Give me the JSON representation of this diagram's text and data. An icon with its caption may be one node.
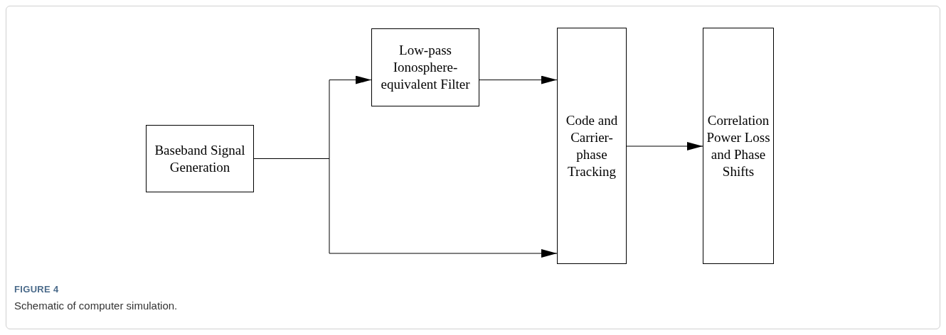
{
  "diagram": {
    "title": "FIGURE 4",
    "caption": "Schematic of computer simulation.",
    "nodes": [
      {
        "text": [
          "Baseband Signal Generation"
        ]
      },
      {
        "text": [
          "Low-pass Ionosphere-equivalent Filter"
        ]
      },
      {
        "text": [
          "Code and Carrier-phase Tracking"
        ]
      },
      {
        "text": [
          "Correlation Power Loss and Phase Shifts"
        ]
      }
    ],
    "edges": [
      {
        "from": 0,
        "to": 1,
        "arrow": "to"
      },
      {
        "from": 0,
        "to": 2,
        "arrow": "to"
      },
      {
        "from": 1,
        "to": 2,
        "arrow": "to"
      },
      {
        "from": 2,
        "to": 3,
        "arrow": "to"
      }
    ]
  }
}
